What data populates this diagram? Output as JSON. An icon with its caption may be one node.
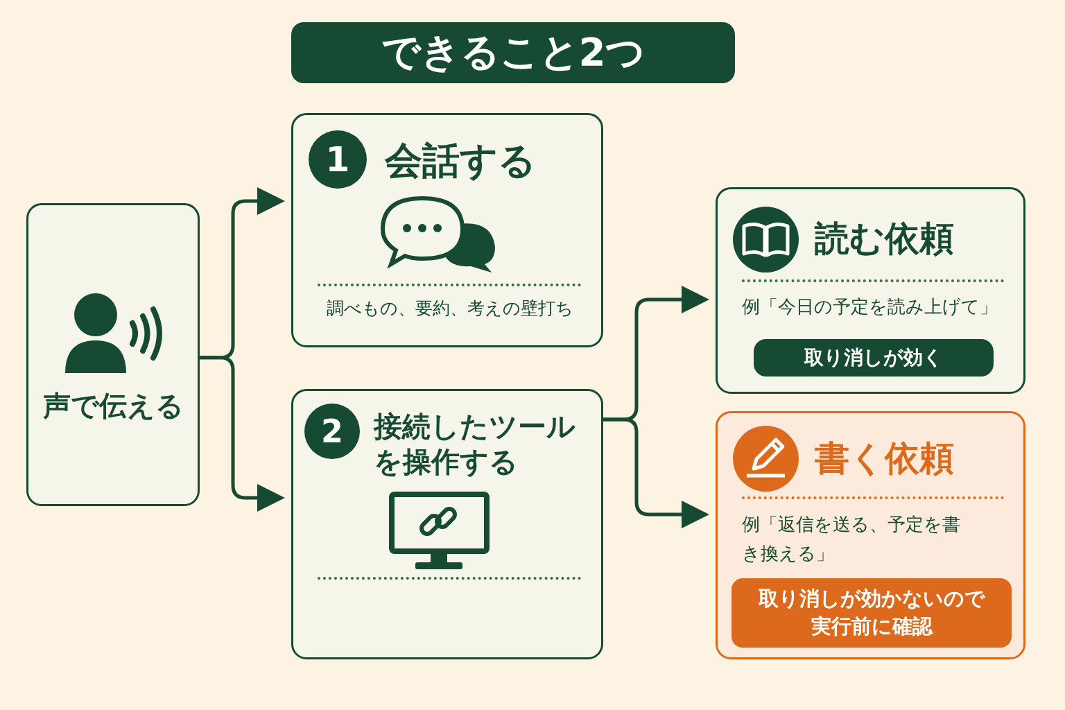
{
  "diagram": {
    "title": "できること2つ",
    "nodes": [
      {
        "text": [
          "声で伝える"
        ]
      },
      {
        "text": [
          "会話する",
          "調べもの、要約、考えの壁打ち"
        ]
      },
      {
        "text": [
          "1"
        ],
        "in": 1
      },
      {
        "text": [
          "接続したツールを操作する"
        ]
      },
      {
        "text": [
          "2"
        ],
        "in": 3
      },
      {
        "text": [
          "読む依頼",
          "例「今日の予定を読み上げて」"
        ]
      },
      {
        "text": [
          "取り消しが効く"
        ],
        "in": 5
      },
      {
        "text": [
          "書く依頼",
          "例「返信を送る、予定を書き換える」"
        ]
      },
      {
        "text": [
          "取り消しが効かないので実行前に確認"
        ],
        "in": 7
      }
    ],
    "edges": [
      {
        "from": 0,
        "to": 1,
        "arrow": "to"
      },
      {
        "from": 0,
        "to": 3,
        "arrow": "to"
      },
      {
        "from": 3,
        "to": 5,
        "arrow": "to"
      },
      {
        "from": 3,
        "to": 7,
        "arrow": "to"
      }
    ]
  }
}
